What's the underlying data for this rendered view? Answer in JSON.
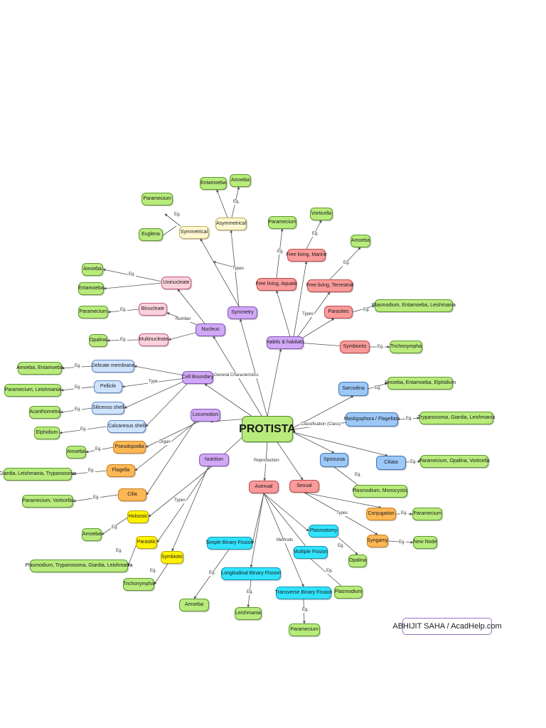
{
  "root": "PROTISTA",
  "credit": "ABHIJIT SAHA / AcadHelp.com",
  "colors": {
    "green": "#b8eb7c",
    "purple": "#d1a8f6",
    "red": "#fa9a9a",
    "blue": "#9cc8f8",
    "cyan": "#31e3ff",
    "orange": "#fdb754",
    "yellow": "#fff200",
    "cream": "#fff7d2",
    "pink": "#fbd1dc",
    "light_blue": "#cfe3ff"
  },
  "nodes": {
    "general_characteristics": "General Characteristics",
    "symmetry": "Symmetry",
    "nucleus": "Nucleus",
    "habits_habitats": "Habits & habitats",
    "cell_boundary": "Cell Boundary",
    "locomotion": "Locomotion",
    "nutrition": "Nutrition",
    "symmetrical": "Symmetrical",
    "asymmetrical": "Asymmetrical",
    "sym_paramecium": "Paramecium",
    "sym_euglena": "Euglena",
    "asym_entamoeba": "Entamoeba",
    "asym_amoeba": "Amoeba",
    "uninucleate": "Uninucleate",
    "binucleate": "Binucleate",
    "multinucleate": "Multinucleate",
    "uni_amoeba": "Amoeba",
    "uni_entamoeba": "Entamoeba",
    "bi_paramecium": "Paramecium",
    "multi_opalina": "Opalina",
    "delicate_membrane": "Delicate membrane",
    "pellicle": "Pellicle",
    "siliceous_shell": "Siliceous shell",
    "calcareous_shell": "Calcareous shell",
    "dm_eg": "Amoeba, Entamoeba",
    "pel_eg": "Paramecium, Leishmania",
    "sil_eg": "Acanthometra",
    "cal_eg": "Elphidium",
    "pseudopodia": "Pseudopodia",
    "flagella": "Flagella",
    "cilia": "Cilia",
    "pseudo_eg": "Amoeba",
    "flag_eg": "Giardia, Leishmania, Trypanosoma",
    "cilia_eg": "Paramecium, Vorticella",
    "holozoic": "Holozoic",
    "parasitic": "Parasitic",
    "symbiotic": "Symbiotic",
    "holo_eg": "Amoeba",
    "para_eg": "Plasmodium, Trypanosoma, Giardia, Leishmania",
    "symb_eg": "Trichonympha",
    "free_aquatic": "Free living, Aquatic",
    "free_marine": "Free living, Marine",
    "free_terrestrial": "Free living, Terrestrial",
    "parasites": "Parasites",
    "symbionts": "Symbionts",
    "fa_eg": "Paramecium",
    "fm_eg": "Vorticella",
    "ft_eg": "Amoeba",
    "par_eg": "Plasmodium, Entamoeba, Leishmania",
    "sym2_eg": "Trichonympha",
    "sarcodina": "Sarcodina",
    "mastigophora": "Mastigophora / Flagellata",
    "sporozoa": "Sporozoa",
    "ciliata": "Ciliata",
    "sarc_eg": "Amoeba, Entamoeba, Elphidium",
    "mast_eg": "Trypanosoma, Giardia, Leishmania",
    "spor_eg": "Plasmodium, Monocystis,",
    "cil_eg": "Paramecium, Opalina, Vorticella",
    "asexual": "Asexual",
    "sexual": "Sexual",
    "simple_binary": "Simple Binary Fission",
    "plasmotomy": "Plasmotomy",
    "multiple_fission": "Multiple Fission",
    "longitudinal_binary": "Longitudinal Binary Fission",
    "transverse_binary": "Transverse Binary Fission",
    "sbf_eg": "Amoeba",
    "plas_eg": "Opalina",
    "mf_eg": "Plasmodium",
    "lbf_eg": "Leishmania",
    "tbf_eg": "Paramecium",
    "conjugation": "Conjugation",
    "syngamy": "Syngamy",
    "conj_eg": "Paramecium",
    "syn_eg": "New Node"
  },
  "labels": {
    "general_characteristics_link": "General Characteristics",
    "classification": "Classification (Class)",
    "reproduction": "Reproduction",
    "types_symmetry": "Types",
    "number": "Number",
    "types_habitat": "Types",
    "types_boundary": "Type",
    "organ": "Organ",
    "types_nutrition": "Types",
    "methods": "Methods",
    "types_sexual": "Types",
    "eg": "Eg."
  }
}
